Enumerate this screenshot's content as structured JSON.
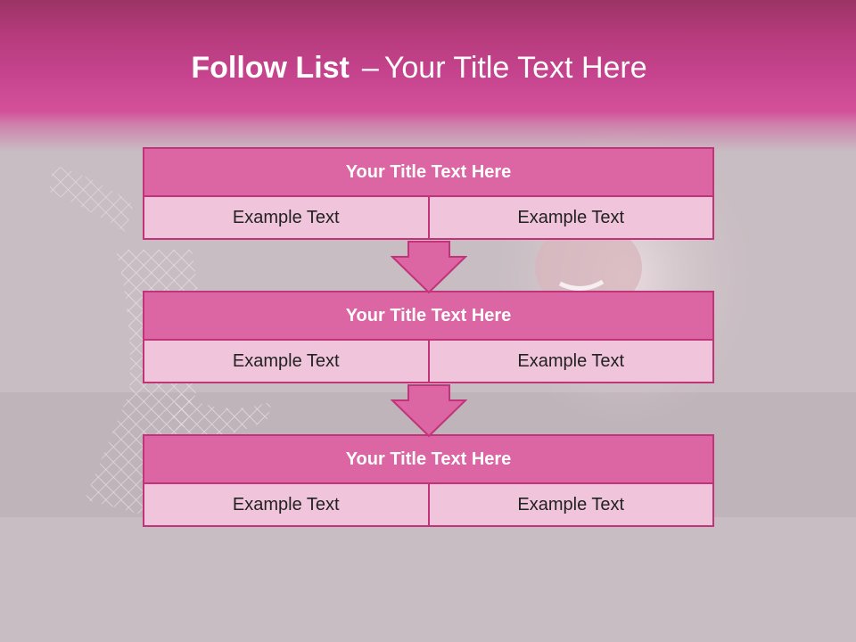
{
  "slide": {
    "title_bold": "Follow List",
    "title_dash": "–",
    "title_rest": "Your Title Text Here"
  },
  "steps": [
    {
      "title": "Your Title Text Here",
      "left": "Example Text",
      "right": "Example Text"
    },
    {
      "title": "Your Title Text Here",
      "left": "Example Text",
      "right": "Example Text"
    },
    {
      "title": "Your Title Text Here",
      "left": "Example Text",
      "right": "Example Text"
    }
  ],
  "colors": {
    "header": "#c84590",
    "step_title_fill": "#dc65a3",
    "step_cell_fill": "#f0c4da",
    "border": "#c2347a"
  }
}
